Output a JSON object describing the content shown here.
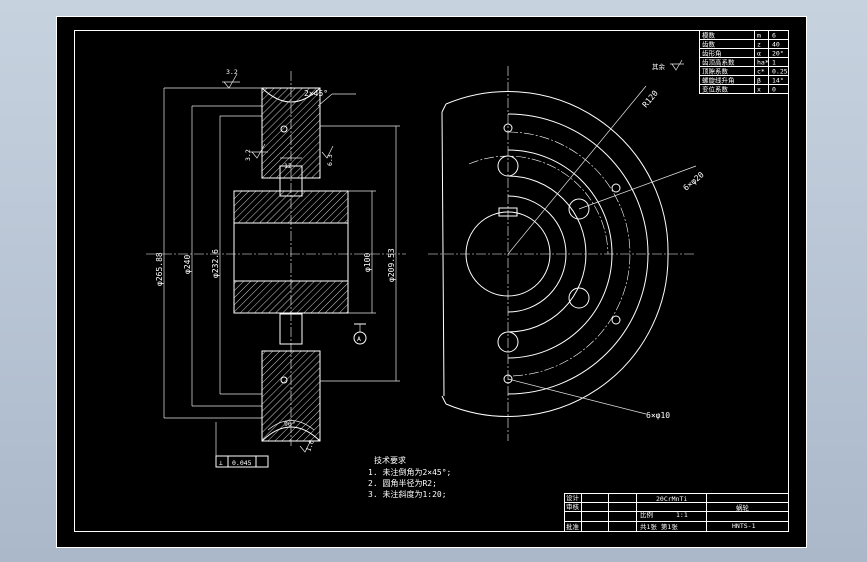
{
  "gear_table": {
    "rows": [
      {
        "label": "模数",
        "sym": "m",
        "value": "6"
      },
      {
        "label": "齿数",
        "sym": "z",
        "value": "40"
      },
      {
        "label": "齿形角",
        "sym": "α",
        "value": "20°"
      },
      {
        "label": "齿顶高系数",
        "sym": "ha*",
        "value": "1"
      },
      {
        "label": "顶隙系数",
        "sym": "c*",
        "value": "0.25"
      },
      {
        "label": "螺旋线升角",
        "sym": "β",
        "value": "14°"
      },
      {
        "label": "变位系数",
        "sym": "x",
        "value": "0"
      }
    ]
  },
  "surface_note": "其余",
  "dims": {
    "chamfer": "2×45°",
    "rough_top": "3.2",
    "rough_mid": "3.2",
    "rough_side": "6.3",
    "width": "12",
    "dia_outer": "φ265.88",
    "dia_240": "φ240",
    "dia_232": "φ232.6",
    "dia_bore": "φ100",
    "dia_hub": "φ209.53",
    "datum": "A",
    "angle": "90°",
    "rough_bottom": "1.6",
    "tolerance": "0.045",
    "radius": "R120",
    "holes_top": "6×φ20",
    "holes_bottom": "6×φ10"
  },
  "tech_notes": {
    "title": "技术要求",
    "items": [
      "1. 未注倒角为2×45°;",
      "2. 圆角半径为R2;",
      "3. 未注斜度为1:20;"
    ]
  },
  "title_block": {
    "material": "20CrMnTi",
    "ratio": "1:1",
    "name": "蜗轮",
    "drawing_no": "HNTS-1",
    "design": "设计",
    "check": "审核",
    "approve": "批准",
    "scale_label": "比例",
    "sheet_label": "共1张 第1张"
  }
}
